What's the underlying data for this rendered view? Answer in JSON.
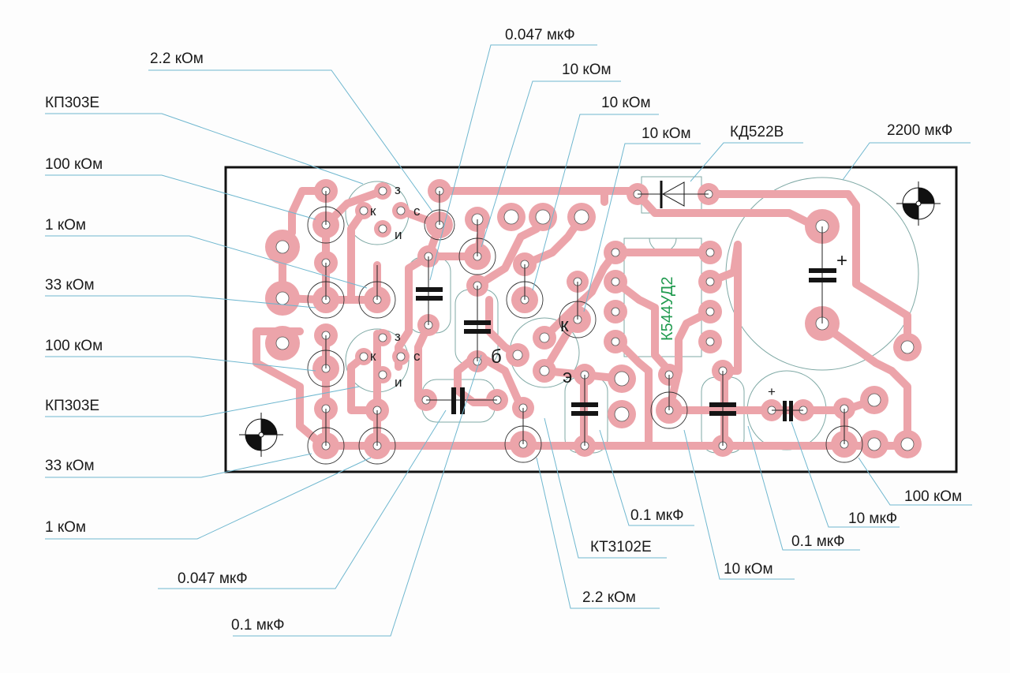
{
  "title": "PCB layout — component placement",
  "colors": {
    "trace": "#eca4aa",
    "leader": "#6fb7cf",
    "outline": "#7fa9a5",
    "ic_label": "#1f9a4e",
    "board_border": "#111111"
  },
  "labels": {
    "left": [
      {
        "id": "r1",
        "text": "2.2 кОм"
      },
      {
        "id": "q1",
        "text": "КП303Е"
      },
      {
        "id": "r2",
        "text": "100 кОм"
      },
      {
        "id": "r3",
        "text": "1 кОм"
      },
      {
        "id": "r4",
        "text": "33 кОм"
      },
      {
        "id": "r5",
        "text": "100 кОм"
      },
      {
        "id": "q2",
        "text": "КП303Е"
      },
      {
        "id": "r6",
        "text": "33 кОм"
      },
      {
        "id": "r7",
        "text": "1 кОм"
      },
      {
        "id": "c1",
        "text": "0.047 мкФ"
      },
      {
        "id": "c2",
        "text": "0.1 мкФ"
      }
    ],
    "top": [
      {
        "id": "c3",
        "text": "0.047 мкФ"
      },
      {
        "id": "r8",
        "text": "10 кОм"
      },
      {
        "id": "r9",
        "text": "10 кОм"
      },
      {
        "id": "r10",
        "text": "10 кОм"
      },
      {
        "id": "d1",
        "text": "КД522В"
      },
      {
        "id": "c4",
        "text": "2200 мкФ"
      }
    ],
    "bottom": [
      {
        "id": "r11",
        "text": "100 кОм"
      },
      {
        "id": "c5",
        "text": "10 мкФ"
      },
      {
        "id": "c6",
        "text": "0.1 мкФ"
      },
      {
        "id": "c7",
        "text": "0.1 мкФ"
      },
      {
        "id": "q3",
        "text": "КТ3102Е"
      },
      {
        "id": "r12",
        "text": "10 кОм"
      },
      {
        "id": "r13",
        "text": "2.2 кОм"
      }
    ]
  },
  "pin_marks": {
    "gate": "з",
    "case": "к",
    "drain": "с",
    "source": "и",
    "base": "б",
    "collector": "к",
    "emitter": "э",
    "plus": "+"
  },
  "ic": {
    "name": "К544УД2"
  }
}
